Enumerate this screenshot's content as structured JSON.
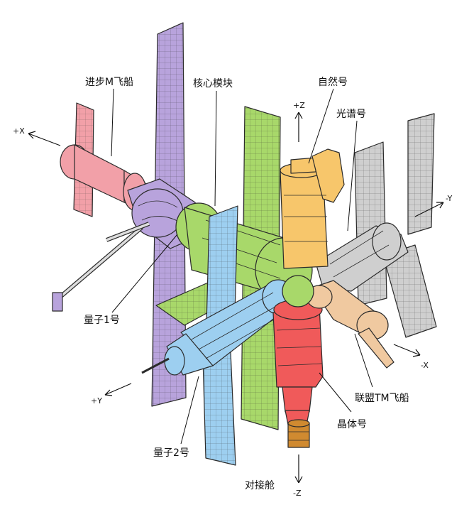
{
  "labels": {
    "progress_m": "进步M飞船",
    "core": "核心模块",
    "priroda": "自然号",
    "spektr": "光谱号",
    "kvant1": "量子1号",
    "kvant2": "量子2号",
    "soyuz_tm": "联盟TM飞船",
    "kristall": "晶体号",
    "docking": "对接舱"
  },
  "axes": {
    "plus_x": "+X",
    "minus_x": "-X",
    "plus_y": "+Y",
    "minus_y": "-Y",
    "plus_z": "+Z",
    "minus_z": "-Z"
  },
  "colors": {
    "progress": "#f2a0a8",
    "core": "#a8d86a",
    "priroda": "#f7c66b",
    "spektr": "#cfcfcf",
    "kvant1": "#b8a3dc",
    "kvant2": "#9dcff0",
    "soyuz": "#f0c9a0",
    "kristall": "#f05a5a",
    "docking": "#d08a30",
    "outline": "#2b2b2b"
  }
}
